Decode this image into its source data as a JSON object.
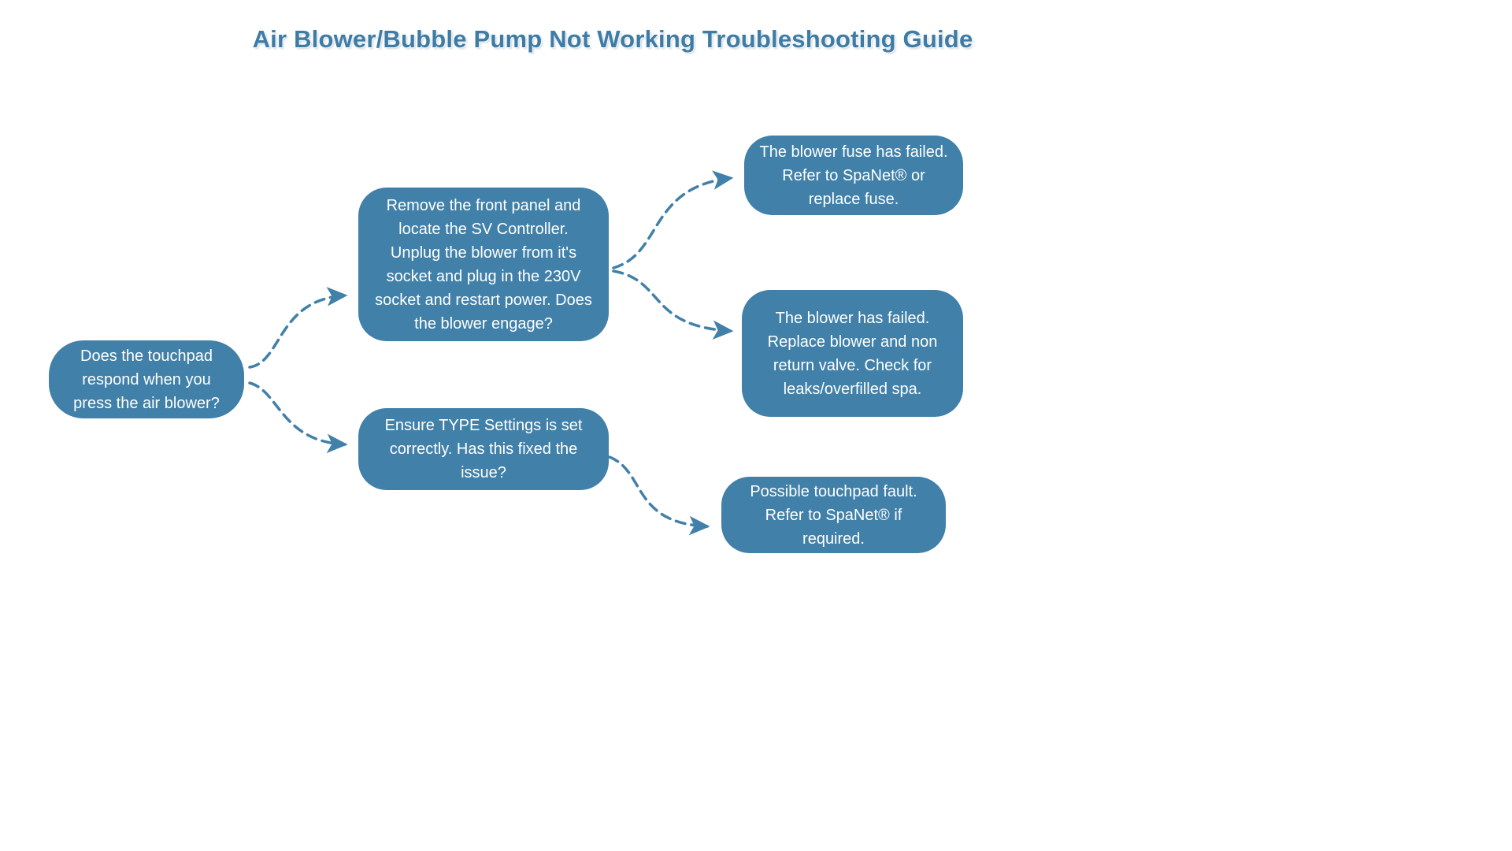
{
  "title": "Air Blower/Bubble Pump Not Working Troubleshooting Guide",
  "colors": {
    "node": "#4180a8",
    "arrow": "#4180a8",
    "title": "#3e7ca6"
  },
  "nodes": {
    "start": {
      "text": "Does the touchpad respond when you press the air blower?"
    },
    "svTest": {
      "text": "Remove the front panel and locate the SV Controller. Unplug the blower from it's socket and plug in the 230V socket and restart power. Does the blower engage?"
    },
    "typeSettings": {
      "text": "Ensure TYPE Settings is set correctly. Has this fixed the issue?"
    },
    "fuseFailed": {
      "text": "The blower fuse has failed. Refer to SpaNet® or replace fuse."
    },
    "blowerFailed": {
      "text": "The blower has failed. Replace blower and non return valve. Check for leaks/overfilled spa."
    },
    "touchpadFault": {
      "text": "Possible touchpad fault. Refer to SpaNet® if required."
    }
  }
}
